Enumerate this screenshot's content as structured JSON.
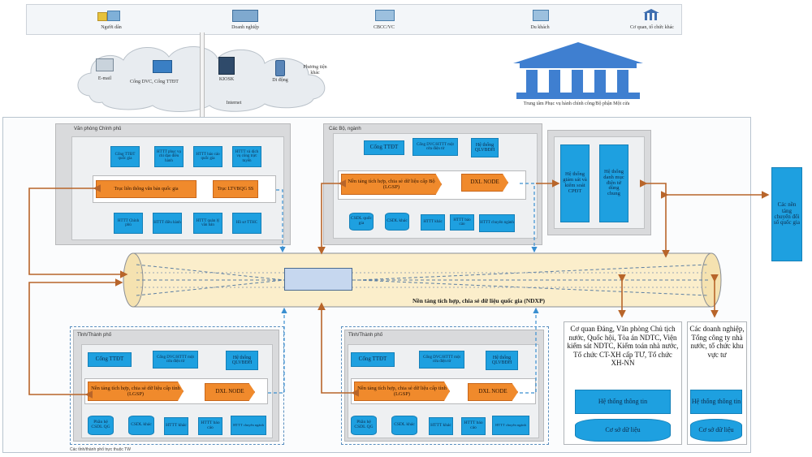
{
  "top_users": [
    "Người dân",
    "Doanh nghiệp",
    "CBCC/VC",
    "Du khách",
    "Cơ quan, tổ chức khác"
  ],
  "cloud": {
    "email": "E-mail",
    "portal": "Cổng DVC, Cổng TTĐT",
    "kiosk": "KIOSK",
    "mobile": "Di động",
    "other_methods": "Phương tiện khác",
    "internet": "Internet"
  },
  "service_center": "Trung tâm Phục vụ hành chính công/Bộ phận Một cửa",
  "gov_office": {
    "title": "Văn phòng Chính phủ",
    "top_boxes": [
      "Cổng TTĐT quốc gia",
      "HTTT phục vụ chỉ đạo điều hành",
      "HTTT báo cáo quốc gia",
      "HTTT và dịch vụ công trực tuyến"
    ],
    "axis_left": "Trục liên thông văn bản quốc gia",
    "axis_right": "Trục LTVBQG SS",
    "bottom_boxes": [
      "HTTT Chính phủ",
      "HTTT điều hành",
      "HTTT quản lý văn bản",
      "Hồ sơ TTHC"
    ]
  },
  "ministry": {
    "title": "Các Bộ, ngành",
    "top_boxes": [
      "Cổng TTĐT",
      "Cổng DVC/HTTT một cửa điện tử",
      "Hệ thống QLVBĐH"
    ],
    "lgsp": "Nền tảng tích hợp, chia sẻ dữ liệu cấp Bộ (LGSP)",
    "node": "DXL NODE",
    "bottom_boxes": [
      "CSDL quốc gia",
      "CSDL khác",
      "HTTT khác",
      "HTTT báo cáo",
      "HTTT chuyên ngành"
    ]
  },
  "right_stack": [
    "Hệ thống giám sát và kiểm soát CPĐT",
    "Hệ thống danh mục điện tử dùng chung"
  ],
  "far_right": "Các nền tảng chuyển đổi số quốc gia",
  "ndxp": "Nền tảng tích hợp, chia sẻ dữ liệu quốc gia (NDXP)",
  "province_left": {
    "title": "Tỉnh/Thành phố",
    "top_boxes": [
      "Cổng TTĐT",
      "Cổng DVC/HTTT một cửa điện tử",
      "Hệ thống QLVBĐH"
    ],
    "lgsp": "Nền tảng tích hợp, chia sẻ dữ liệu cấp tỉnh (LGSP)",
    "node": "DXL NODE",
    "bottom_boxes": [
      "Phần hệ CSDL QG",
      "CSDL khác",
      "HTTT khác",
      "HTTT báo cáo",
      "HTTT chuyên ngành"
    ]
  },
  "province_right": {
    "title": "Tỉnh/Thành phố",
    "top_boxes": [
      "Cổng TTĐT",
      "Cổng DVC/HTTT một cửa điện tử",
      "Hệ thống QLVBĐH"
    ],
    "lgsp": "Nền tảng tích hợp, chia sẻ dữ liệu cấp tỉnh (LGSP)",
    "node": "DXL NODE",
    "bottom_boxes": [
      "Phần hệ CSDL QG",
      "CSDL khác",
      "HTTT khác",
      "HTTT báo cáo",
      "HTTT chuyên ngành"
    ]
  },
  "agencies": {
    "text": "Cơ quan Đảng, Văn phòng Chủ tịch nước, Quốc hội, Tòa án NDTC, Viện kiểm sát NDTC, Kiểm toán nhà nước, Tổ chức CT-XH cấp TƯ, Tổ chức XH-NN",
    "system": "Hệ thống thông tin",
    "db": "Cơ sở dữ liệu"
  },
  "enterprises": {
    "text": "Các doanh nghiệp, Tổng công ty nhà nước, tổ chức khu vực tư",
    "system": "Hệ thống thông tin",
    "db": "Cơ sở dữ liệu"
  },
  "footnote": "Các tỉnh/thành phố trực thuộc TW"
}
